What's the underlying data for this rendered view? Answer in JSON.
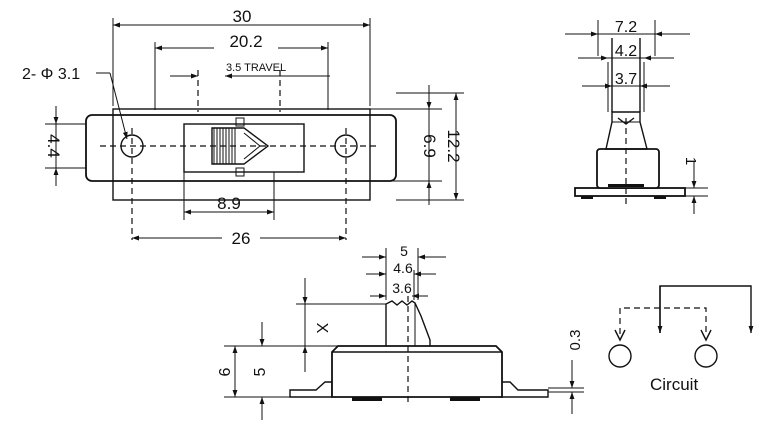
{
  "top_view": {
    "overall_length": "30",
    "hole_spacing": "26",
    "travel_width": "20.2",
    "travel_note": "3.5 TRAVEL",
    "slot_offset": "8.9",
    "hole_label": "2- Φ 3.1",
    "height_small": "4.4",
    "height_inner": "6.9",
    "height_outer": "12.2"
  },
  "end_view": {
    "width_outer": "7.2",
    "width_mid": "4.2",
    "width_inner": "3.7",
    "base_offset": "1"
  },
  "side_view": {
    "actuator_outer": "5",
    "actuator_mid": "4.6",
    "actuator_inner": "3.6",
    "actuator_height": "X",
    "body_height": "5",
    "total_height": "6",
    "tab_thickness": "0.3"
  },
  "circuit": {
    "label": "Circuit"
  }
}
